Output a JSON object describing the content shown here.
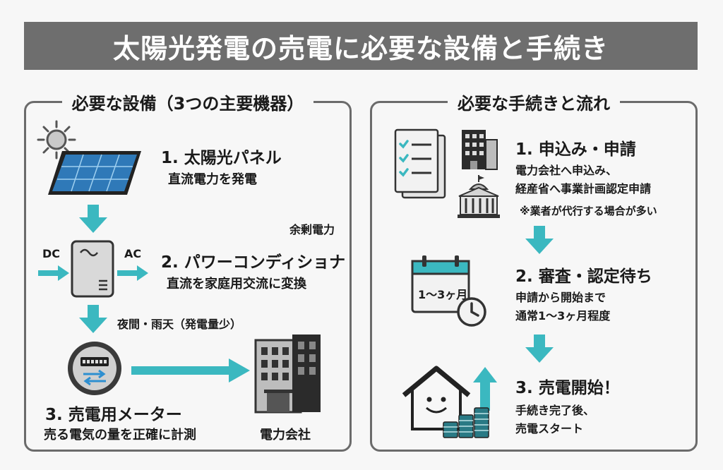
{
  "title": "太陽光発電の売電に必要な設備と手続き",
  "equipment": {
    "heading": "必要な設備（3つの主要機器）",
    "panel": {
      "label": "1. 太陽光パネル",
      "desc": "直流電力を発電"
    },
    "inverter": {
      "label": "2. パワーコンディショナ",
      "desc": "直流を家庭用交流に変換",
      "dc": "DC",
      "ac": "AC"
    },
    "surplus_label": "余剰電力",
    "night_label": "夜間・雨天（発電量少）",
    "meter": {
      "label": "3. 売電用メーター",
      "desc": "売る電気の量を正確に計測"
    },
    "utility_label": "電力会社"
  },
  "procedure": {
    "heading": "必要な手続きと流れ",
    "step1": {
      "label": "1. 申込み・申請",
      "desc1": "電力会社へ申込み、",
      "desc2": "経産省へ事業計画認定申請",
      "note": "※業者が代行する場合が多い"
    },
    "step2": {
      "label": "2. 審査・認定待ち",
      "desc1": "申請から開始まで",
      "desc2": "通常1～3ヶ月程度",
      "calendar_text": "1～3ヶ月"
    },
    "step3": {
      "label": "3. 売電開始！",
      "desc1": "手続き完了後、",
      "desc2": "売電スタート"
    }
  },
  "colors": {
    "accent": "#3bb8c0",
    "title_bg": "#6e6e6e",
    "border": "#6b6b6b"
  }
}
